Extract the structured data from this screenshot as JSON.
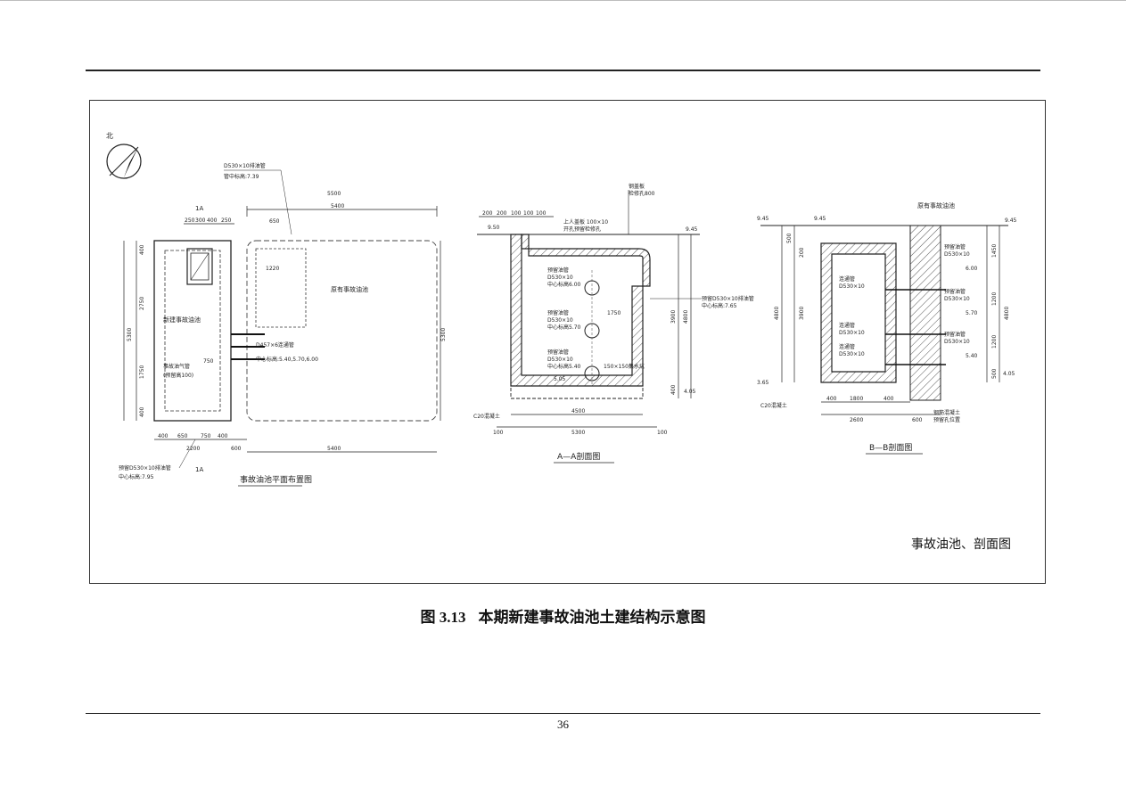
{
  "drawing": {
    "north_label": "北",
    "plan": {
      "title": "事故油池平面布置图",
      "pipe_note": "D530×10排油管",
      "elev_note": "管中标高:7.39",
      "pool_name": "新建事故油池",
      "old_pool": "原有事故油池",
      "pipe2": "D457×6连通管",
      "pipe2_elev": "中心标高:5.40,5.70,6.00",
      "dims_top": [
        "250",
        "300",
        "400",
        "250"
      ],
      "dim_5500": "5500",
      "dim_5400": "5400",
      "dim_1220": "1220",
      "dim_650": "650",
      "dim_750": "750",
      "dims_bottom": [
        "400",
        "650",
        "750",
        "400"
      ],
      "dim_2200": "2200",
      "dim_600": "600",
      "dim_5300": "5300",
      "section_mark": "1A",
      "dims_side": [
        "400",
        "2750",
        "1750",
        "400",
        "5300"
      ],
      "bottom_note": "预留D530×10排油管",
      "bottom_elev": "中心标高:7.95",
      "inner_note": "事故油气管",
      "inner_note2": "(预留高100)"
    },
    "section_a": {
      "title": "A—A剖面图",
      "top_dims": [
        "200",
        "200",
        "100",
        "100",
        "100"
      ],
      "elev_top": "9.45",
      "elev_950": "9.50",
      "elev_405": "4.05",
      "label_top": "上人盖板 100×10",
      "label_top2": "开孔预留检修孔",
      "pipes": [
        {
          "name": "预留油管",
          "spec": "D530×10",
          "elev": "中心标高6.00"
        },
        {
          "name": "预留油管",
          "spec": "D530×10",
          "elev": "中心标高5.70"
        },
        {
          "name": "预留油管",
          "spec": "D530×10",
          "elev": "中心标高5.40"
        }
      ],
      "dim_1750": "1750",
      "dim_3900": "3900",
      "dim_4800": "4800",
      "dim_400": "400",
      "dim_4500": "4500",
      "dim_5300": "5300",
      "dim_100l": "100",
      "dim_100r": "100",
      "elev_505": "5.05",
      "side_note": "预留D530×10排油管",
      "side_elev": "中心标高:7.65",
      "hatch_note": "150×150集水坑",
      "base_note": "C20混凝土",
      "top_note": "钢盖板",
      "top_note2": "检修孔800"
    },
    "section_b": {
      "title": "B—B剖面图",
      "elev_left": "9.45",
      "elev_mid": "9.45",
      "elev_right": "9.45",
      "elev_405": "4.05",
      "elev_365": "3.65",
      "top_label": "原有事故油池",
      "pipe_labels": [
        {
          "name": "预留油管",
          "spec": "D530×10"
        },
        {
          "name": "预留油管",
          "spec": "D530×10"
        },
        {
          "name": "预留油管",
          "spec": "D530×10"
        }
      ],
      "inner_labels": [
        {
          "name": "连通管",
          "spec": "D530×10"
        },
        {
          "name": "连通管",
          "spec": "D530×10"
        },
        {
          "name": "连通管",
          "spec": "D530×10"
        }
      ],
      "right_elevs": [
        "6.00",
        "5.70",
        "5.40"
      ],
      "dims_bottom": [
        "400",
        "1800",
        "400"
      ],
      "dim_2600": "2600",
      "dim_600": "600",
      "dims_left": [
        "500",
        "200",
        "3900",
        "4800"
      ],
      "dims_right": [
        "1450",
        "1200",
        "1200",
        "500",
        "4800"
      ],
      "bottom_note": "钢筋混凝土",
      "bottom_note2": "预留孔位置",
      "left_note": "C20混凝土"
    }
  },
  "frame_label": "事故油池、剖面图",
  "caption": {
    "number": "图 3.13",
    "text": "本期新建事故油池土建结构示意图"
  },
  "page_number": "36"
}
